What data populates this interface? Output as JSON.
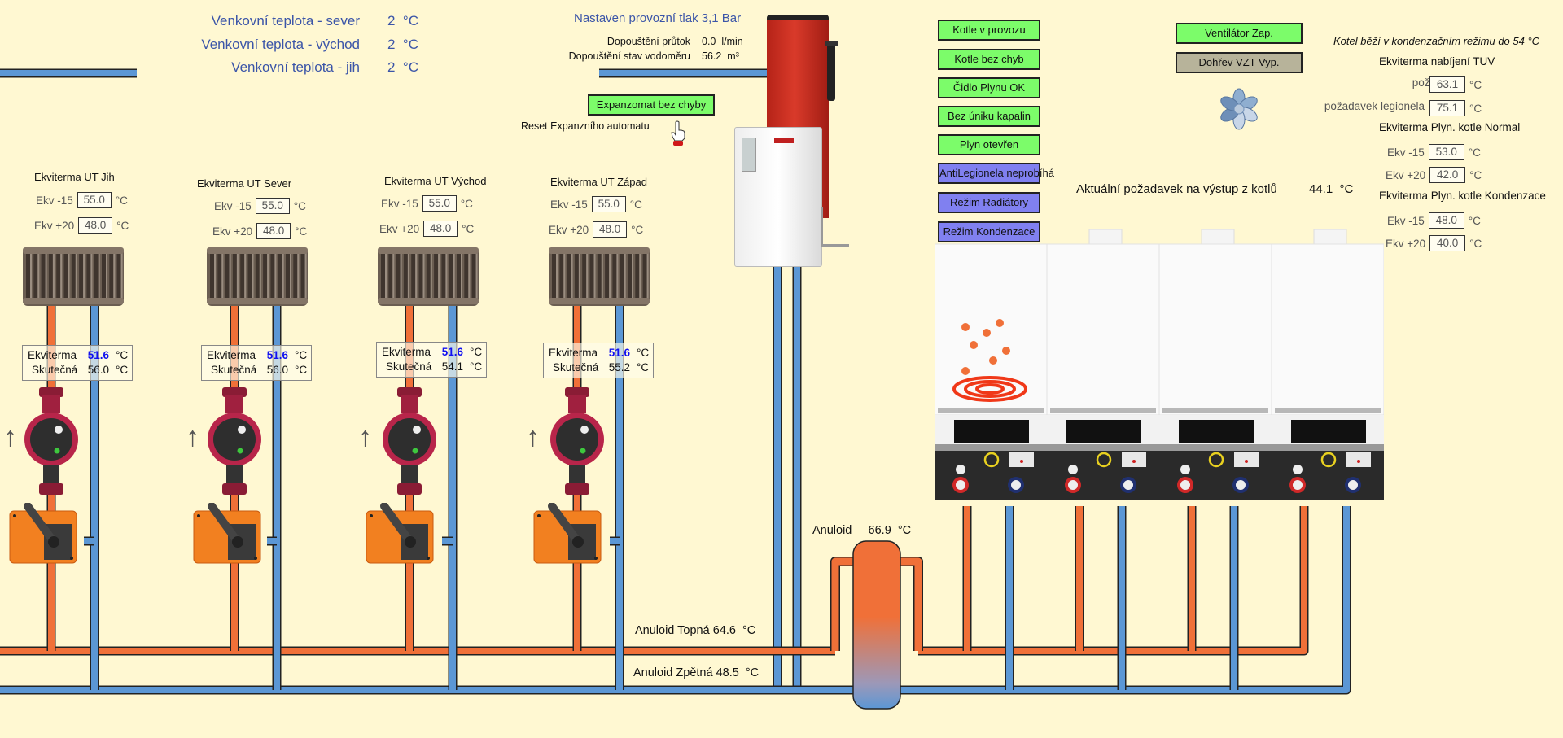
{
  "outdoor_temps": [
    {
      "label": "Venkovní teplota - sever",
      "value": "2",
      "unit": "°C"
    },
    {
      "label": "Venkovní teplota - východ",
      "value": "2",
      "unit": "°C"
    },
    {
      "label": "Venkovní teplota - jih",
      "value": "2",
      "unit": "°C"
    }
  ],
  "expansion": {
    "pressure_text": "Nastaven provozní tlak 3,1 Bar",
    "flow_label": "Dopouštění průtok",
    "flow_value": "0.0",
    "flow_unit": "l/min",
    "meter_label": "Dopouštění stav vodoměru",
    "meter_value": "56.2",
    "meter_unit": "m³",
    "status_button": "Expanzomat bez chyby",
    "reset_label": "Reset Expanzního automatu",
    "reset_icon": "hand-pointer-icon"
  },
  "circuits": [
    {
      "title": "Ekviterma UT Jih",
      "ekv_m15_label": "Ekv -15",
      "ekv_m15": "55.0",
      "ekv_p20_label": "Ekv +20",
      "ekv_p20": "48.0",
      "unit": "°C",
      "ekviterma_label": "Ekviterma",
      "ekviterma_value": "51.6",
      "actual_label": "Skutečná",
      "actual_value": "56.0"
    },
    {
      "title": "Ekviterma UT Sever",
      "ekv_m15_label": "Ekv -15",
      "ekv_m15": "55.0",
      "ekv_p20_label": "Ekv +20",
      "ekv_p20": "48.0",
      "unit": "°C",
      "ekviterma_label": "Ekviterma",
      "ekviterma_value": "51.6",
      "actual_label": "Skutečná",
      "actual_value": "56.0"
    },
    {
      "title": "Ekviterma UT Východ",
      "ekv_m15_label": "Ekv -15",
      "ekv_m15": "55.0",
      "ekv_p20_label": "Ekv +20",
      "ekv_p20": "48.0",
      "unit": "°C",
      "ekviterma_label": "Ekviterma",
      "ekviterma_value": "51.6",
      "actual_label": "Skutečná",
      "actual_value": "54.1"
    },
    {
      "title": "Ekviterma UT Západ",
      "ekv_m15_label": "Ekv -15",
      "ekv_m15": "55.0",
      "ekv_p20_label": "Ekv +20",
      "ekv_p20": "48.0",
      "unit": "°C",
      "ekviterma_label": "Ekviterma",
      "ekviterma_value": "51.6",
      "actual_label": "Skutečná",
      "actual_value": "55.2"
    }
  ],
  "status_buttons": [
    {
      "label": "Kotle v provozu",
      "state": "green"
    },
    {
      "label": "Kotle bez chyb",
      "state": "green"
    },
    {
      "label": "Čidlo Plynu OK",
      "state": "green"
    },
    {
      "label": "Bez úniku kapalin",
      "state": "green"
    },
    {
      "label": "Plyn otevřen",
      "state": "green"
    },
    {
      "label": "AntiLegionela neprobíhá",
      "state": "purple"
    },
    {
      "label": "Režim Radiátory",
      "state": "purple"
    },
    {
      "label": "Režim Kondenzace",
      "state": "purple"
    }
  ],
  "ventilation": {
    "fan_button": "Ventilátor Zap.",
    "heating_button": "Dohřev VZT Vyp.",
    "fan_icon": "fan-icon"
  },
  "boiler_request": {
    "label": "Aktuální požadavek na výstup z kotlů",
    "value": "44.1",
    "unit": "°C"
  },
  "right_panel": {
    "condensing_note": "Kotel běží v kondenzačním režimu do 54 °C",
    "tuv_title": "Ekviterma nabíjení TUV",
    "tuv_request_label": "požadavek",
    "tuv_request": "63.1",
    "tuv_legionela_label": "požadavek legionela",
    "tuv_legionela": "75.1",
    "normal_title": "Ekviterma Plyn. kotle Normal",
    "normal_m15_label": "Ekv -15",
    "normal_m15": "53.0",
    "normal_p20_label": "Ekv +20",
    "normal_p20": "42.0",
    "cond_title": "Ekviterma Plyn. kotle Kondenzace",
    "cond_m15_label": "Ekv -15",
    "cond_m15": "48.0",
    "cond_p20_label": "Ekv +20",
    "cond_p20": "40.0",
    "unit": "°C"
  },
  "anuloid": {
    "label": "Anuloid",
    "value": "66.9",
    "unit": "°C",
    "supply_label": "Anuloid Topná",
    "supply_value": "64.6",
    "return_label": "Anuloid Zpětná",
    "return_value": "48.5"
  },
  "boilers": [
    {
      "name": "boiler-1",
      "burning": true
    },
    {
      "name": "boiler-2",
      "burning": false
    },
    {
      "name": "boiler-3",
      "burning": false
    },
    {
      "name": "boiler-4",
      "burning": false
    }
  ],
  "colors": {
    "background": "#FFF8D2",
    "hot_pipe": "#F07038",
    "cold_pipe": "#5B97D5",
    "ok_green": "#7CFC6A",
    "mode_purple": "#8080F0",
    "off_gray": "#B7B39A",
    "ekviterma_value": "#1010F0",
    "title_blue": "#3B55A8"
  }
}
